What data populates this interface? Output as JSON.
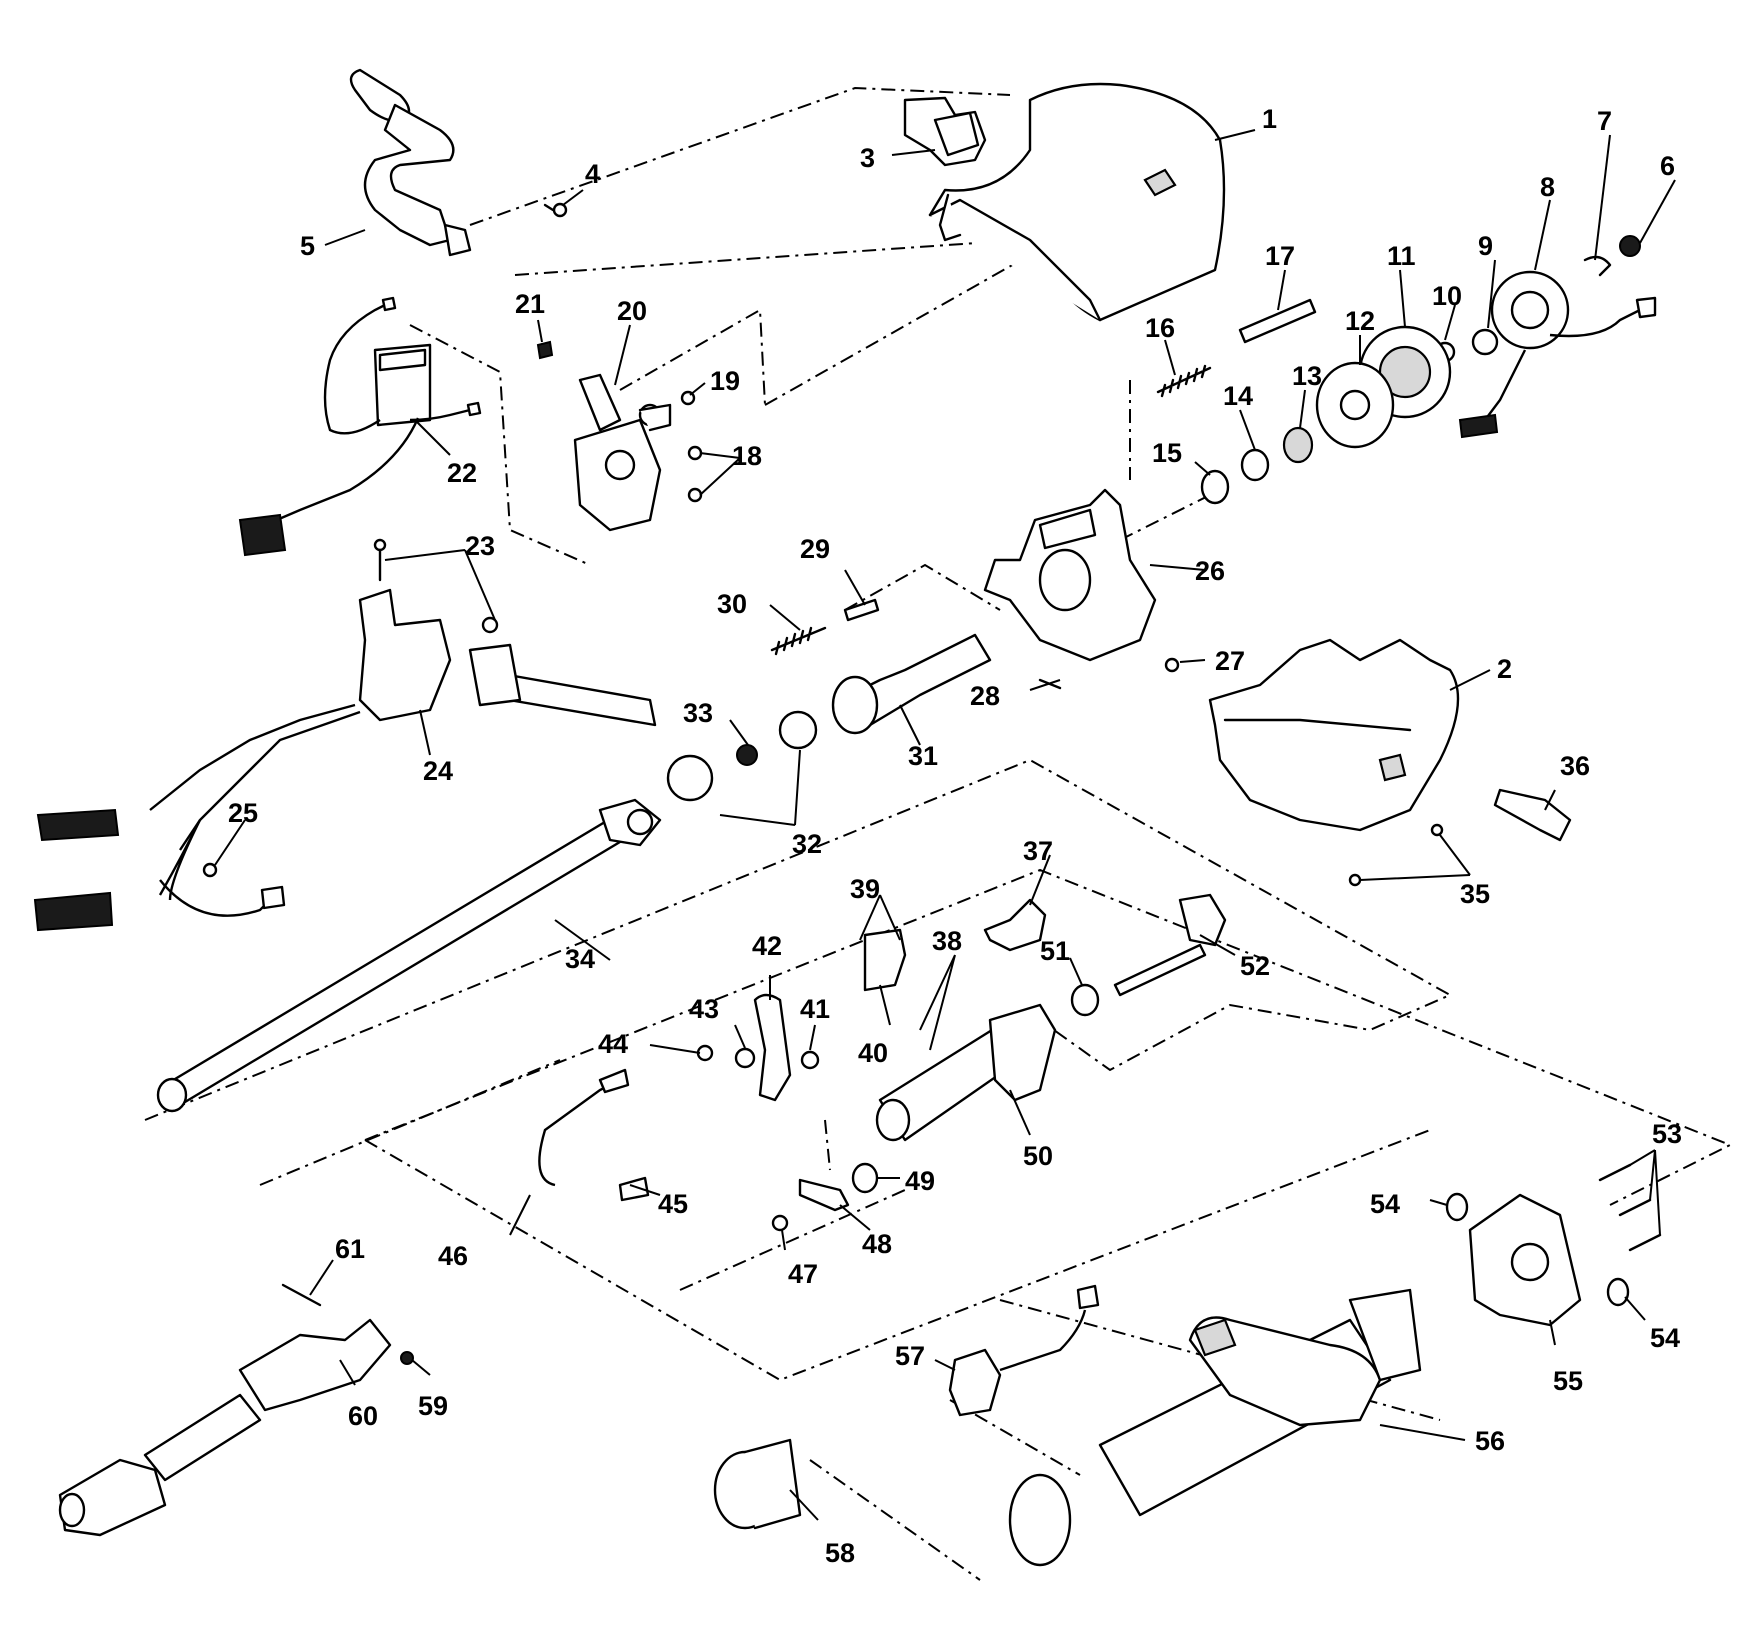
{
  "parts": [
    {
      "n": "1"
    },
    {
      "n": "2"
    },
    {
      "n": "3"
    },
    {
      "n": "4"
    },
    {
      "n": "5"
    },
    {
      "n": "6"
    },
    {
      "n": "7"
    },
    {
      "n": "8"
    },
    {
      "n": "9"
    },
    {
      "n": "10"
    },
    {
      "n": "11"
    },
    {
      "n": "12"
    },
    {
      "n": "13"
    },
    {
      "n": "14"
    },
    {
      "n": "15"
    },
    {
      "n": "16"
    },
    {
      "n": "17"
    },
    {
      "n": "18"
    },
    {
      "n": "19"
    },
    {
      "n": "20"
    },
    {
      "n": "21"
    },
    {
      "n": "22"
    },
    {
      "n": "23"
    },
    {
      "n": "24"
    },
    {
      "n": "25"
    },
    {
      "n": "26"
    },
    {
      "n": "27"
    },
    {
      "n": "28"
    },
    {
      "n": "29"
    },
    {
      "n": "30"
    },
    {
      "n": "31"
    },
    {
      "n": "32"
    },
    {
      "n": "33"
    },
    {
      "n": "34"
    },
    {
      "n": "35"
    },
    {
      "n": "36"
    },
    {
      "n": "37"
    },
    {
      "n": "38"
    },
    {
      "n": "39"
    },
    {
      "n": "40"
    },
    {
      "n": "41"
    },
    {
      "n": "42"
    },
    {
      "n": "43"
    },
    {
      "n": "44"
    },
    {
      "n": "45"
    },
    {
      "n": "46"
    },
    {
      "n": "47"
    },
    {
      "n": "48"
    },
    {
      "n": "49"
    },
    {
      "n": "50"
    },
    {
      "n": "51"
    },
    {
      "n": "52"
    },
    {
      "n": "53"
    },
    {
      "n": "54a"
    },
    {
      "n": "54b"
    },
    {
      "n": "55"
    },
    {
      "n": "56"
    },
    {
      "n": "57"
    },
    {
      "n": "58"
    },
    {
      "n": "59"
    },
    {
      "n": "60"
    },
    {
      "n": "61"
    }
  ],
  "labels": {
    "p1": "1",
    "p2": "2",
    "p3": "3",
    "p4": "4",
    "p5": "5",
    "p6": "6",
    "p7": "7",
    "p8": "8",
    "p9": "9",
    "p10": "10",
    "p11": "11",
    "p12": "12",
    "p13": "13",
    "p14": "14",
    "p15": "15",
    "p16": "16",
    "p17": "17",
    "p18": "18",
    "p19": "19",
    "p20": "20",
    "p21": "21",
    "p22": "22",
    "p23": "23",
    "p24": "24",
    "p25": "25",
    "p26": "26",
    "p27": "27",
    "p28": "28",
    "p29": "29",
    "p30": "30",
    "p31": "31",
    "p32": "32",
    "p33": "33",
    "p34": "34",
    "p35": "35",
    "p36": "36",
    "p37": "37",
    "p38": "38",
    "p39": "39",
    "p40": "40",
    "p41": "41",
    "p42": "42",
    "p43": "43",
    "p44": "44",
    "p45": "45",
    "p46": "46",
    "p47": "47",
    "p48": "48",
    "p49": "49",
    "p50": "50",
    "p51": "51",
    "p52": "52",
    "p53": "53",
    "p54a": "54",
    "p54b": "54",
    "p55": "55",
    "p56": "56",
    "p57": "57",
    "p58": "58",
    "p59": "59",
    "p60": "60",
    "p61": "61"
  },
  "colors": {
    "ink": "#000000",
    "paper": "#ffffff"
  }
}
